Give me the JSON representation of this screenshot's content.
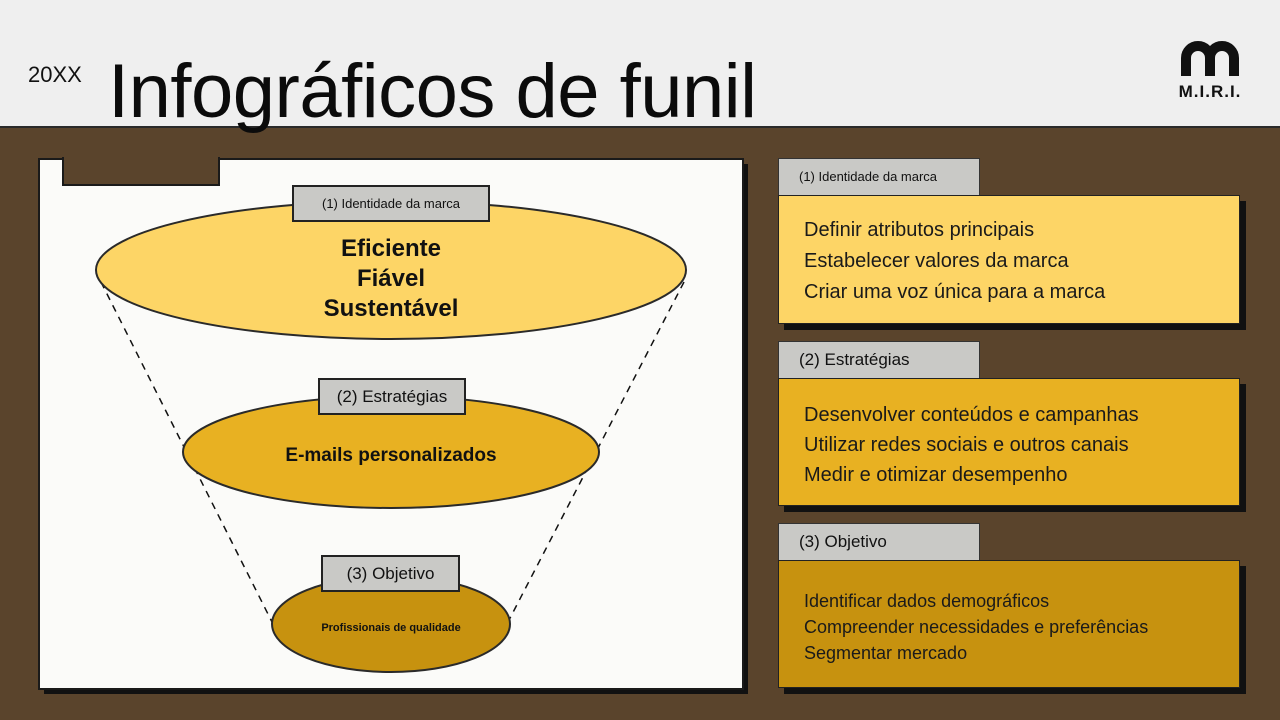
{
  "header": {
    "year": "20XX",
    "title": "Infográficos de funil",
    "logo_text": "M.I.R.I."
  },
  "funnel": {
    "stages": [
      {
        "tag": "(1) Identidade da marca",
        "lines": [
          "Eficiente",
          "Fiável",
          "Sustentável"
        ],
        "color": "#fdd566"
      },
      {
        "tag": "(2) Estratégias",
        "lines": [
          "E-mails personalizados"
        ],
        "color": "#e8b122"
      },
      {
        "tag": "(3) Objetivo",
        "lines": [
          "Profissionais de qualidade"
        ],
        "color": "#c7920f"
      }
    ]
  },
  "cards": [
    {
      "tag": "(1) Identidade da marca",
      "items": [
        "Definir atributos principais",
        "Estabelecer valores da marca",
        "Criar uma voz única para a marca"
      ],
      "color": "#fdd566"
    },
    {
      "tag": "(2) Estratégias",
      "items": [
        "Desenvolver conteúdos e campanhas",
        "Utilizar redes sociais e outros canais",
        "Medir e otimizar desempenho"
      ],
      "color": "#e8b122"
    },
    {
      "tag": "(3) Objetivo",
      "items": [
        "Identificar dados demográficos",
        "Compreender necessidades e preferências",
        "Segmentar mercado"
      ],
      "color": "#c7920f"
    }
  ],
  "colors": {
    "background": "#5a442c",
    "header": "#efefef",
    "panel": "#fbfbf9",
    "tag": "#c9c9c6"
  }
}
